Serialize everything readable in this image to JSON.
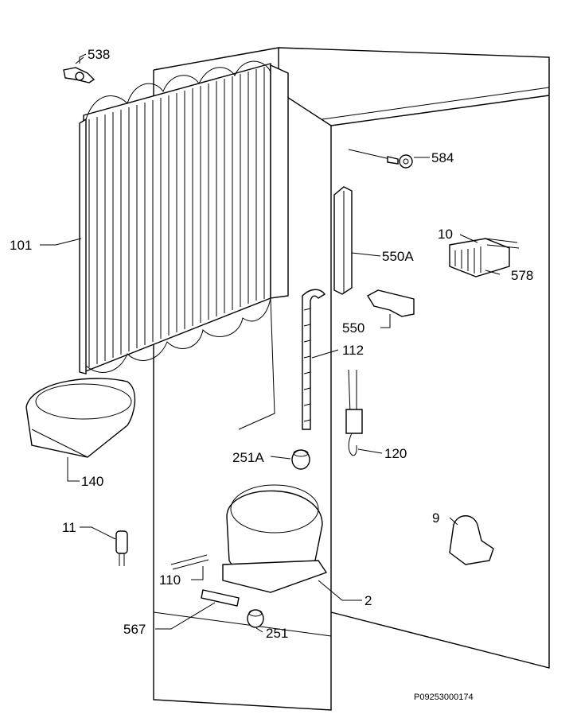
{
  "diagram": {
    "type": "exploded-parts-view",
    "reference_code": "P09253000174",
    "labels": {
      "p538": "538",
      "p584": "584",
      "p101": "101",
      "p550A": "550A",
      "p10": "10",
      "p578": "578",
      "p550": "550",
      "p112": "112",
      "p120": "120",
      "p251A": "251A",
      "p140": "140",
      "p9": "9",
      "p11": "11",
      "p110": "110",
      "p2": "2",
      "p567": "567",
      "p251": "251"
    }
  }
}
